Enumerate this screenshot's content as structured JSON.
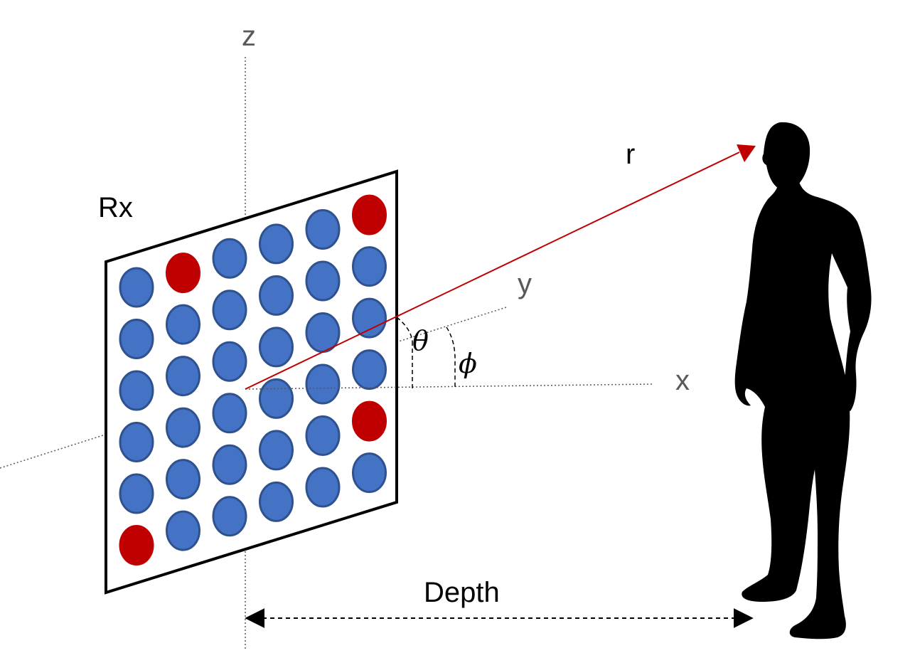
{
  "labels": {
    "z_axis": "z",
    "y_axis": "y",
    "x_axis": "x",
    "range": "r",
    "receiver": "Rx",
    "theta": "θ",
    "phi": "ϕ",
    "depth": "Depth"
  },
  "antenna_array": {
    "rows": 6,
    "columns": 6,
    "highlighted_elements": [
      {
        "row": 0,
        "col": 5
      },
      {
        "row": 0,
        "col": 1
      },
      {
        "row": 4,
        "col": 5
      },
      {
        "row": 5,
        "col": 0
      }
    ]
  },
  "colors": {
    "element_fill": "#4472C4",
    "element_stroke": "#2F528F",
    "highlight_fill": "#C00000",
    "range_arrow": "#C00000",
    "axis_text": "#595959",
    "silhouette": "#000000"
  },
  "icons": {
    "human": "human-silhouette-icon"
  }
}
